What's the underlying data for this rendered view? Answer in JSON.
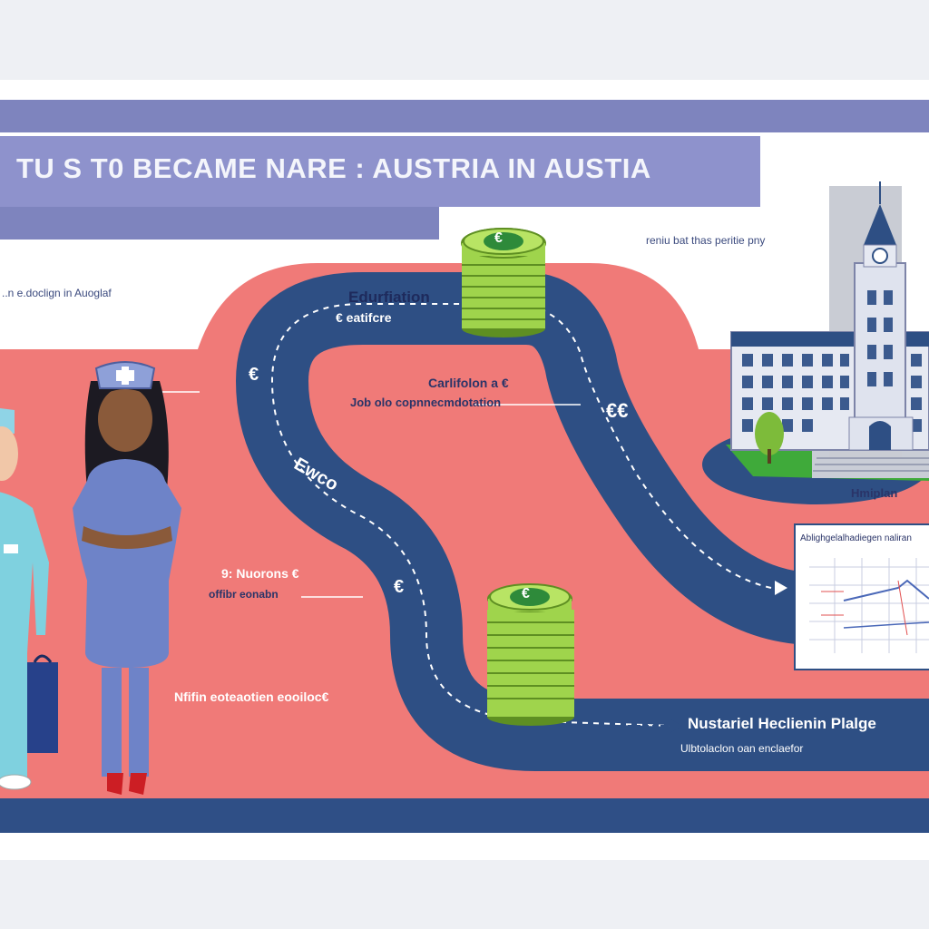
{
  "poster": {
    "title": "TU  S T0 BECAME  NARE : AUSTRIA  IN AUSTIA",
    "top_right_note": "reniu bat thas peritie pny",
    "left_note": "..n e.doclign in Auoglaf",
    "steps": {
      "education": "Edurfiation",
      "education_sub": "€  eatifcre",
      "certification": "Carlifolon a  €",
      "job": "Job  olo  copnnecmdotation",
      "left_mid": "9:  Nuorons  €",
      "left_mid_sub": "offibr eonabn",
      "left_low": "Nfifin eoteaotien eooiloc€",
      "final": "Nustariel Heclienin Plalge",
      "final_sub": "Ulbtolaclon oan enclaefor",
      "hospital_label": "Hmiplan"
    },
    "euro_marks": [
      "€",
      "€",
      "€€",
      "Ewco",
      "€"
    ],
    "chart_title": "Ablighgelalhadiegen naliran"
  },
  "colors": {
    "banner": "#8e92cc",
    "banner_dark": "#6f75b4",
    "salmon": "#f07a78",
    "road": "#2e4f84",
    "coin": "#9fd44c",
    "coin_dark": "#5e8f22",
    "uniform_blue": "#6e83c8",
    "scrubs": "#7fd1df"
  }
}
